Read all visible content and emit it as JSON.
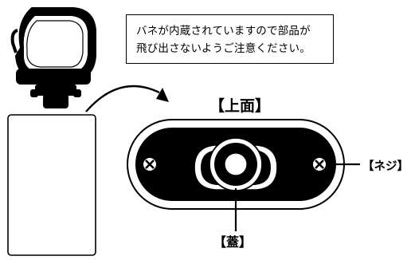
{
  "notice": {
    "line1": "バネが内蔵されていますので部品が",
    "line2": "飛び出さないようご注意ください。"
  },
  "labels": {
    "top_face": "【上面】",
    "screw": "【ネジ】",
    "lid": "【蓋】"
  },
  "colors": {
    "ink": "#000000",
    "paper": "#ffffff"
  }
}
